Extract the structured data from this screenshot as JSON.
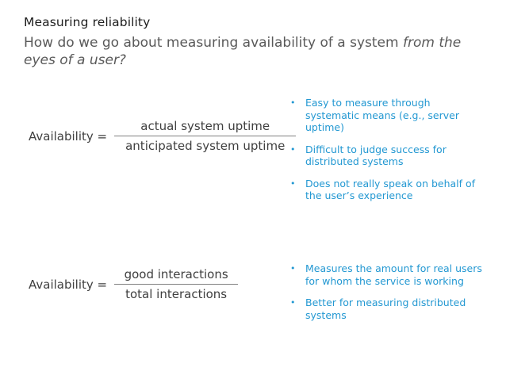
{
  "slide": {
    "title": "Measuring reliability",
    "subtitle": {
      "regular": "How do we go about measuring availability of a system ",
      "italic_line1": "from the",
      "italic_line2": "eyes of a user?"
    },
    "bullet_char": "•",
    "formulas": [
      {
        "label": "Availability =",
        "numerator": "actual system uptime",
        "denominator": "anticipated system uptime"
      },
      {
        "label": "Availability =",
        "numerator": "good interactions",
        "denominator": "total interactions"
      }
    ],
    "bullet_groups": [
      {
        "items": [
          {
            "lines": [
              "Easy to measure through",
              "systematic means (e.g., server",
              "uptime)"
            ]
          },
          {
            "lines": [
              "Difficult to judge success for",
              "distributed systems"
            ]
          },
          {
            "lines": [
              "Does not really speak on behalf of",
              "the user’s experience"
            ]
          }
        ]
      },
      {
        "items": [
          {
            "lines": [
              "Measures the amount for real users",
              "for whom the service is working"
            ]
          },
          {
            "lines": [
              "Better for measuring distributed",
              "systems"
            ]
          }
        ]
      }
    ],
    "colors": {
      "accent": "#2398d2",
      "title-color": "#1c1c1c",
      "subtitle-color": "#595959",
      "formula-color": "#3f3f3f",
      "fraction-line-color": "#808080",
      "bg": "#ffffff"
    }
  }
}
